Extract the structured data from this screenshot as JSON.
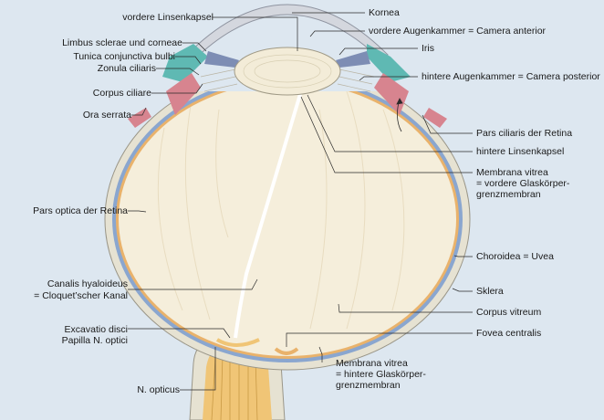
{
  "labels": {
    "vordere_linsenkapsel": "vordere Linsenkapsel",
    "limbus": "Limbus sclerae und corneae",
    "tunica_conjunctiva": "Tunica conjunctiva bulbi",
    "zonula_ciliaris": "Zonula ciliaris",
    "corpus_ciliare": "Corpus ciliare",
    "ora_serrata": "Ora serrata",
    "pars_optica": "Pars optica der Retina",
    "canalis_hyaloideus_1": "Canalis hyaloideus",
    "canalis_hyaloideus_2": "= Cloquet’scher Kanal",
    "excavatio_disci_1": "Excavatio disci",
    "excavatio_disci_2": "Papilla N. optici",
    "n_opticus": "N. opticus",
    "kornea": "Kornea",
    "vordere_augenkammer": "vordere Augenkammer = Camera anterior",
    "iris": "Iris",
    "hintere_augenkammer": "hintere Augenkammer = Camera posterior",
    "pars_ciliaris": "Pars ciliaris der Retina",
    "hintere_linsenkapsel": "hintere Linsenkapsel",
    "membrana_vitrea_vordere_1": "Membrana vitrea",
    "membrana_vitrea_vordere_2": "= vordere Glaskörper-",
    "membrana_vitrea_vordere_3": "grenzmembran",
    "choroidea": "Choroidea = Uvea",
    "sklera": "Sklera",
    "corpus_vitreum": "Corpus vitreum",
    "fovea_centralis": "Fovea centralis",
    "membrana_vitrea_hintere_1": "Membrana vitrea",
    "membrana_vitrea_hintere_2": "= hintere Glaskörper-",
    "membrana_vitrea_hintere_3": "grenzmembran"
  },
  "colors": {
    "background": "#dde7f0",
    "sclera": "#e6e2d2",
    "choroid": "#8aa6cf",
    "retina": "#e9b26b",
    "vitreous": "#f5eedb",
    "lens": "#f3ecd8",
    "cornea": "#d4d7de",
    "iris": "#7d8db4",
    "conjunctiva": "#5fb9b3",
    "ciliary_muscle": "#d7848f",
    "optic_nerve": "#f0c576",
    "line": "#2a2a2a"
  }
}
